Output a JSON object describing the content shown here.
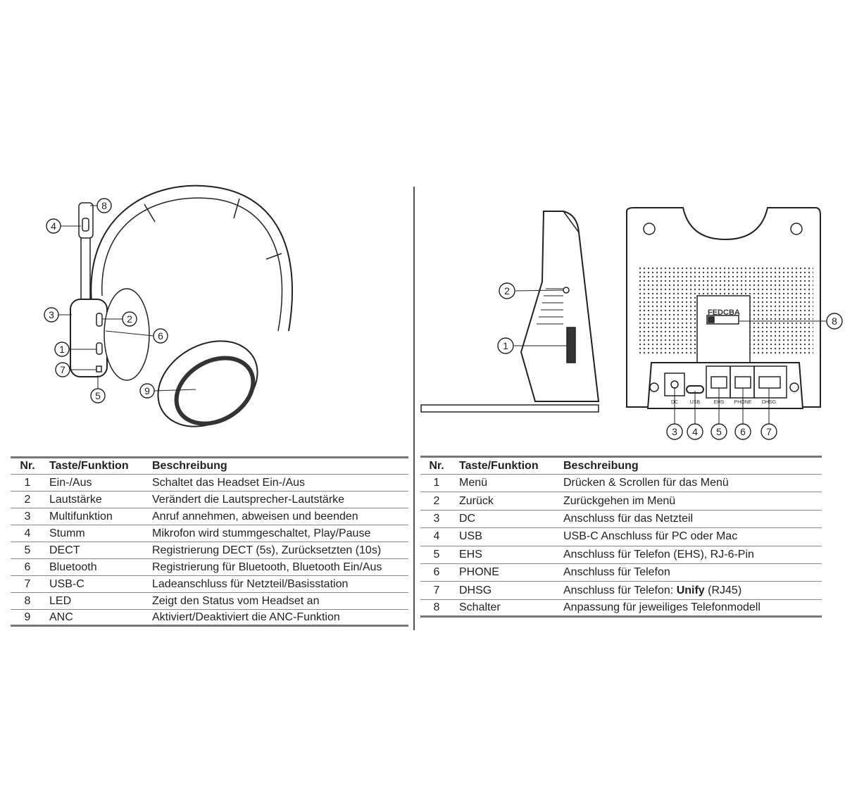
{
  "headset": {
    "callouts": [
      "1",
      "2",
      "3",
      "4",
      "5",
      "6",
      "7",
      "8",
      "9"
    ]
  },
  "base": {
    "callouts": [
      "1",
      "2",
      "3",
      "4",
      "5",
      "6",
      "7",
      "8"
    ],
    "ports": {
      "dc": "DC",
      "usb": "USB",
      "ehs": "EHS",
      "phone": "PHONE",
      "dhsg": "DHSG"
    },
    "switch_label": "FEDCBA"
  },
  "headset_table": {
    "headers": {
      "nr": "Nr.",
      "key": "Taste/Funktion",
      "desc": "Beschreibung"
    },
    "rows": [
      {
        "nr": "1",
        "key": "Ein-/Aus",
        "desc": "Schaltet das Headset Ein-/Aus"
      },
      {
        "nr": "2",
        "key": "Lautstärke",
        "desc": "Verändert die Lautsprecher-Lautstärke"
      },
      {
        "nr": "3",
        "key": "Multifunktion",
        "desc": "Anruf annehmen, abweisen und beenden"
      },
      {
        "nr": "4",
        "key": "Stumm",
        "desc": "Mikrofon wird stummgeschaltet, Play/Pause"
      },
      {
        "nr": "5",
        "key": "DECT",
        "desc": "Registrierung DECT (5s), Zurücksetzten (10s)"
      },
      {
        "nr": "6",
        "key": "Bluetooth",
        "desc": "Registrierung für Bluetooth, Bluetooth Ein/Aus"
      },
      {
        "nr": "7",
        "key": "USB-C",
        "desc": "Ladeanschluss für Netzteil/Basisstation"
      },
      {
        "nr": "8",
        "key": "LED",
        "desc": "Zeigt den Status vom Headset an"
      },
      {
        "nr": "9",
        "key": "ANC",
        "desc": "Aktiviert/Deaktiviert die ANC-Funktion"
      }
    ]
  },
  "base_table": {
    "headers": {
      "nr": "Nr.",
      "key": "Taste/Funktion",
      "desc": "Beschreibung"
    },
    "rows": [
      {
        "nr": "1",
        "key": "Menü",
        "desc": "Drücken & Scrollen für das Menü"
      },
      {
        "nr": "2",
        "key": "Zurück",
        "desc": "Zurückgehen im Menü"
      },
      {
        "nr": "3",
        "key": "DC",
        "desc": "Anschluss für das Netzteil"
      },
      {
        "nr": "4",
        "key": "USB",
        "desc": "USB-C Anschluss für PC oder Mac"
      },
      {
        "nr": "5",
        "key": "EHS",
        "desc": "Anschluss für Telefon (EHS), RJ-6-Pin"
      },
      {
        "nr": "6",
        "key": "PHONE",
        "desc": "Anschluss für Telefon"
      },
      {
        "nr": "7",
        "key": "DHSG",
        "desc": "Anschluss für Telefon: ",
        "desc_bold": "Unify",
        "desc_after": " (RJ45)"
      },
      {
        "nr": "8",
        "key": "Schalter",
        "desc": "Anpassung für jeweiliges Telefonmodell"
      }
    ]
  }
}
